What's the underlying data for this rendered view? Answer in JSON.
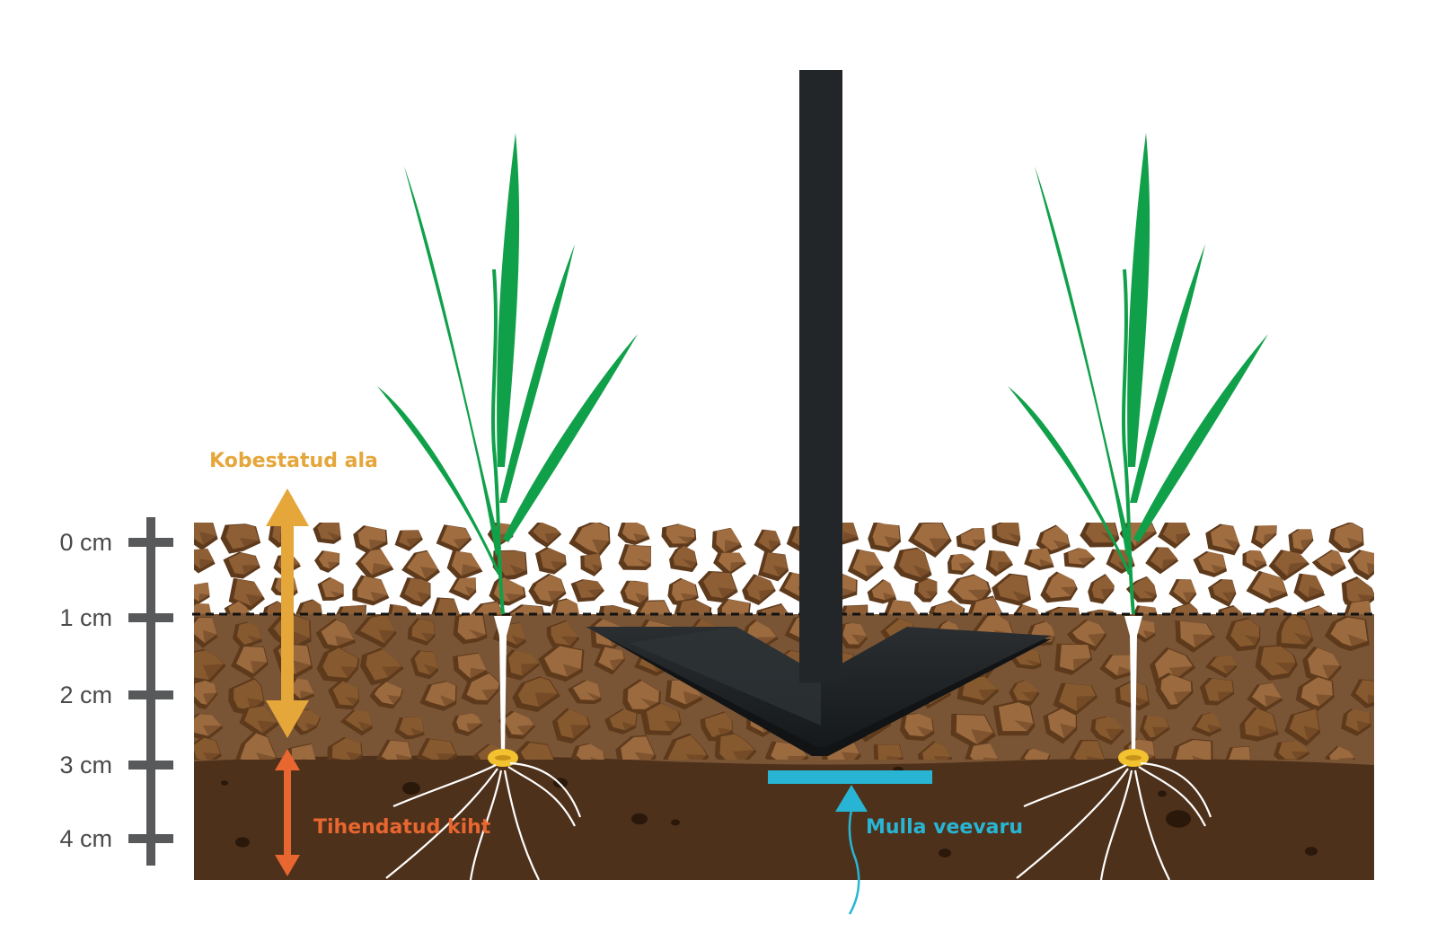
{
  "scale": {
    "ticks": [
      "0 cm",
      "1 cm",
      "2 cm",
      "3 cm",
      "4 cm"
    ]
  },
  "labels": {
    "loosened": "Kobestatud ala",
    "compacted": "Tihendatud kiht",
    "water": "Mulla veevaru"
  },
  "colors": {
    "loosened": "#e5a63a",
    "compacted": "#e8662f",
    "water": "#28b5d4",
    "scale": "#58595b",
    "soil_top": "#7a5535",
    "soil_deep": "#4e311b",
    "clod": "#9b6a3f",
    "clod_dark": "#5e3a1c",
    "leaf": "#11a04a",
    "tool": "#222629",
    "seed": "#f2c230"
  }
}
